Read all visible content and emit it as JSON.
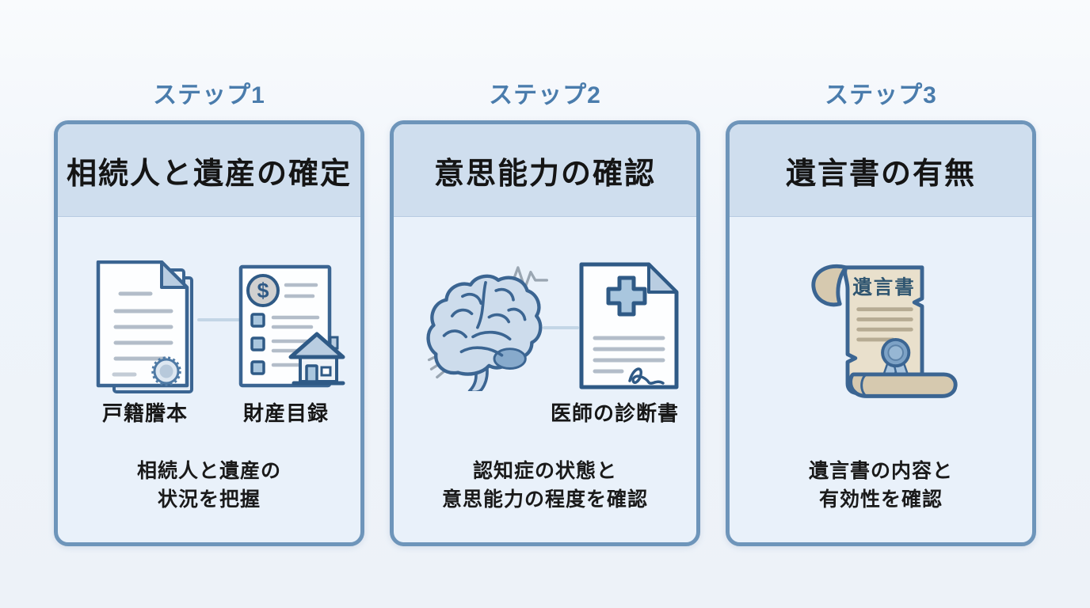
{
  "colors": {
    "step_label": "#4a7cac",
    "card_border": "#6e95ba",
    "card_header_bg": "#cfdeee",
    "card_body_bg": "#e9f1fa",
    "icon_outline": "#2f5a86",
    "icon_light_fill": "#b9cde1",
    "scroll_paper": "#e9e0cc",
    "seal_blue": "#7da2c6"
  },
  "icons": {
    "dollar_symbol": "$"
  },
  "steps": [
    {
      "label": "ステップ1",
      "title": "相続人と遺産の確定",
      "icon_labels": [
        "戸籍謄本",
        "財産目録"
      ],
      "desc_line1": "相続人と遺産の",
      "desc_line2": "状況を把握"
    },
    {
      "label": "ステップ2",
      "title": "意思能力の確認",
      "icon_labels": [
        "医師の診断書"
      ],
      "desc_line1": "認知症の状態と",
      "desc_line2": "意思能力の程度を確認"
    },
    {
      "label": "ステップ3",
      "title": "遺言書の有無",
      "scroll_text": "遺言書",
      "desc_line1": "遺言書の内容と",
      "desc_line2": "有効性を確認"
    }
  ]
}
